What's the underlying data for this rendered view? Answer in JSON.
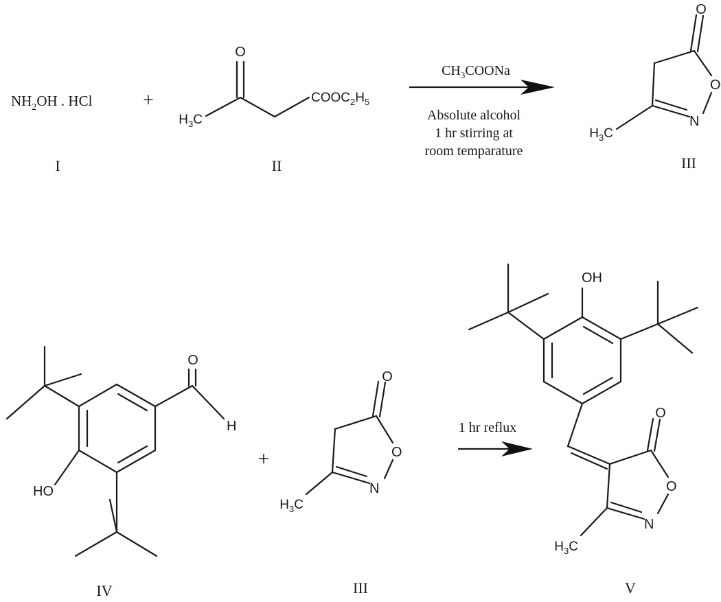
{
  "reaction1": {
    "reagent1": {
      "formula_a": "NH",
      "formula_sub": "2",
      "formula_b": "OH . HCl",
      "label": "I"
    },
    "plus": "+",
    "reagent2": {
      "ketone_o": "O",
      "methyl": "H3C",
      "ester": "COOC2H5",
      "label": "II"
    },
    "arrow": {
      "reagent_a": "CH",
      "reagent_sub": "3",
      "reagent_b": "COONa",
      "condition_line1": "Absolute alcohol",
      "condition_line2": "1 hr  stirring at",
      "condition_line3": "room temparature"
    },
    "product": {
      "carbonyl_o": "O",
      "ring_o": "O",
      "ring_n": "N",
      "methyl": "H3C",
      "label": "III"
    }
  },
  "reaction2": {
    "reagent1": {
      "aldehyde_o": "O",
      "aldehyde_h": "H",
      "hydroxyl": "HO",
      "label": "IV"
    },
    "plus": "+",
    "reagent2": {
      "carbonyl_o": "O",
      "ring_o": "O",
      "ring_n": "N",
      "methyl": "H3C",
      "label": "III"
    },
    "arrow": {
      "condition": "1 hr reflux"
    },
    "product": {
      "hydroxyl": "OH",
      "carbonyl_o": "O",
      "ring_o": "O",
      "ring_n": "N",
      "methyl": "H3C",
      "label": "V"
    }
  }
}
